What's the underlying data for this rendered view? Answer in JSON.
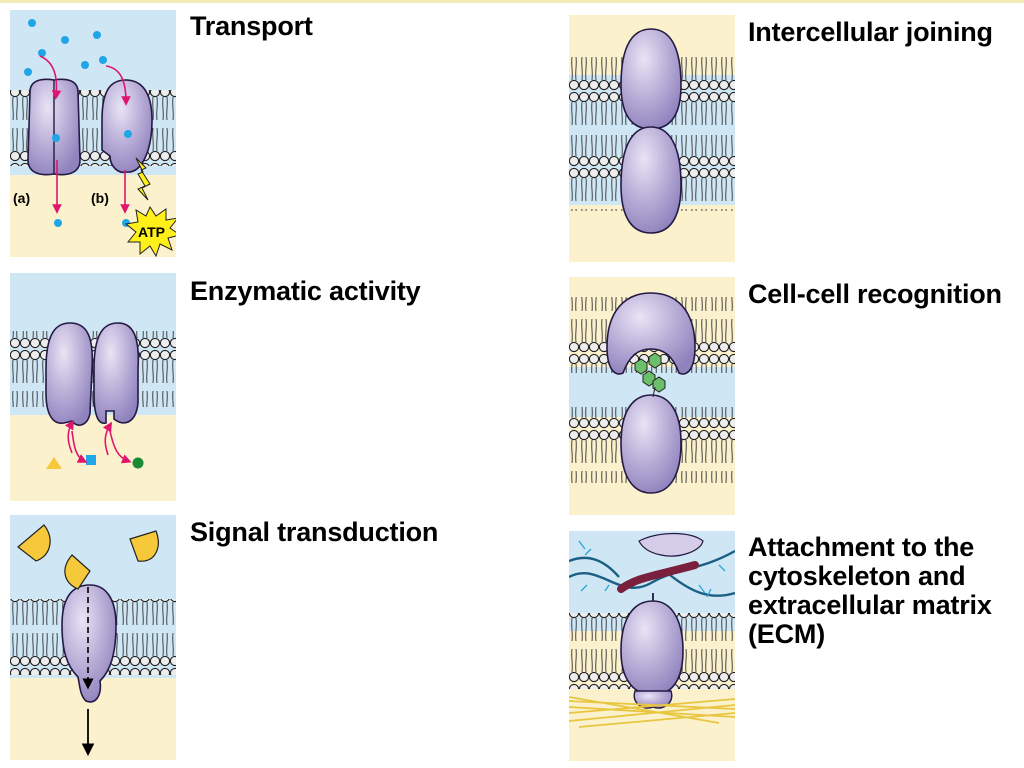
{
  "labels": {
    "transport": "Transport",
    "enzymatic": "Enzymatic activity",
    "signal": "Signal transduction",
    "joining": "Intercellular joining",
    "recognition": "Cell-cell recognition",
    "attachment": "Attachment to the\ncytoskeleton and\nextracellular matrix\n(ECM)"
  },
  "transport_sub": {
    "a": "(a)",
    "b": "(b)",
    "atp": "ATP"
  },
  "colors": {
    "extracellular": "#cfe6f5",
    "cytoplasm": "#fbf1cc",
    "protein": "#b7acd6",
    "protein_stroke": "#241a44",
    "ion": "#1ea6e6",
    "arrow": "#e0156f",
    "atp": "#fff01a",
    "signal": "#f6c93a",
    "carbohydrate": "#6cbf6a"
  },
  "icons": [
    "ion-dot",
    "atp-burst",
    "triangle-substrate",
    "square-substrate",
    "circle-product",
    "signal-molecule",
    "cytoskeleton-filament",
    "ecm-fibers"
  ]
}
